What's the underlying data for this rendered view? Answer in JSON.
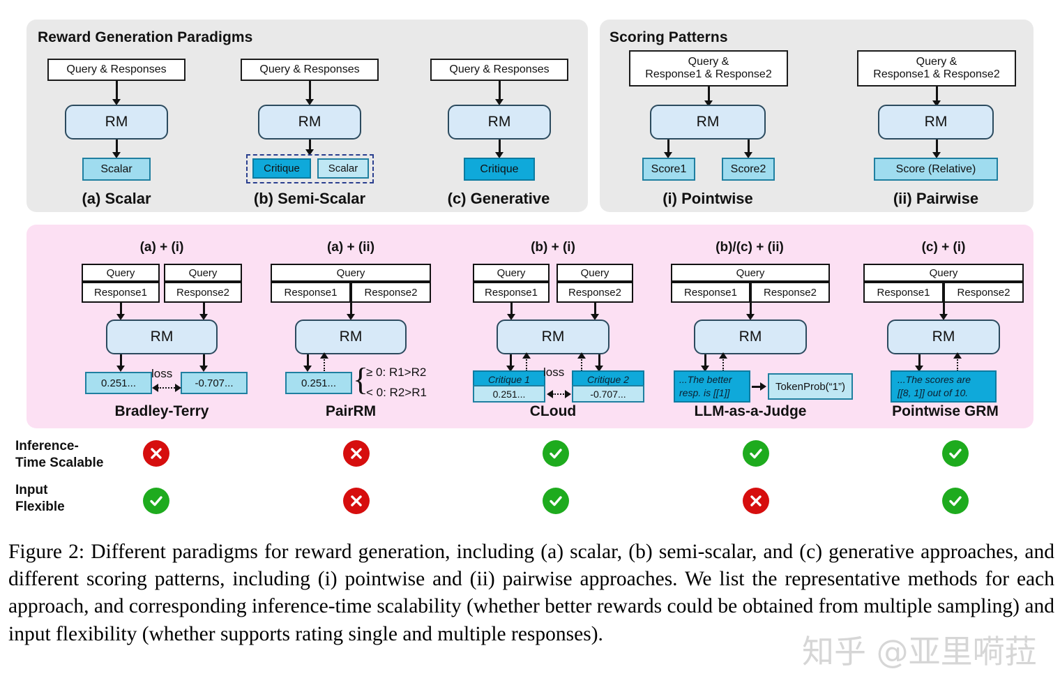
{
  "figure": {
    "caption": "Figure 2: Different paradigms for reward generation, including (a) scalar, (b) semi-scalar, and (c) generative approaches, and different scoring patterns, including (i) pointwise and (ii) pairwise approaches. We list the representative methods for each approach, and corresponding inference-time scalability (whether better rewards could be obtained from multiple sampling) and input flexibility (whether supports rating single and multiple responses).",
    "watermark": "知乎 @亚里嗬菈"
  },
  "colors": {
    "panel_grey": "#e9e9e9",
    "panel_pink": "#fce0f3",
    "rm_fill": "#d7e9f8",
    "score_fill": "#9fdcef",
    "critique_fill": "#0fa9da",
    "check_green": "#1eab1e",
    "cross_red": "#d60e0e",
    "dash_border": "#2a3f8f"
  },
  "paradigms_panel": {
    "title": "Reward Generation Paradigms",
    "columns": [
      {
        "input": "Query & Responses",
        "model": "RM",
        "outputs": [
          "Scalar"
        ],
        "caption": "(a) Scalar"
      },
      {
        "input": "Query & Responses",
        "model": "RM",
        "outputs": [
          "Critique",
          "Scalar"
        ],
        "caption": "(b) Semi-Scalar"
      },
      {
        "input": "Query & Responses",
        "model": "RM",
        "outputs": [
          "Critique"
        ],
        "caption": "(c) Generative"
      }
    ]
  },
  "scoring_panel": {
    "title": "Scoring Patterns",
    "columns": [
      {
        "input_line1": "Query &",
        "input_line2": "Response1 & Response2",
        "model": "RM",
        "outputs": [
          "Score1",
          "Score2"
        ],
        "caption": "(i) Pointwise"
      },
      {
        "input_line1": "Query &",
        "input_line2": "Response1 & Response2",
        "model": "RM",
        "outputs": [
          "Score (Relative)"
        ],
        "caption": "(ii) Pairwise"
      }
    ]
  },
  "methods_panel": {
    "methods": [
      {
        "combo": "(a) + (i)",
        "name": "Bradley-Terry",
        "input_style": "split",
        "query_label_1": "Query",
        "query_label_2": "Query",
        "response_1": "Response1",
        "response_2": "Response2",
        "model": "RM",
        "out_left": "0.251...",
        "out_right": "-0.707...",
        "loss_label": "loss"
      },
      {
        "combo": "(a) + (ii)",
        "name": "PairRM",
        "input_style": "merged",
        "query_label_1": "Query",
        "response_1": "Response1",
        "response_2": "Response2",
        "model": "RM",
        "out_left": "0.251...",
        "cond_1": "≥ 0: R1>R2",
        "cond_2": "< 0: R2>R1"
      },
      {
        "combo": "(b) + (i)",
        "name": "CLoud",
        "input_style": "split",
        "query_label_1": "Query",
        "query_label_2": "Query",
        "response_1": "Response1",
        "response_2": "Response2",
        "model": "RM",
        "critique_left": "Critique 1",
        "critique_right": "Critique 2",
        "out_left": "0.251...",
        "out_right": "-0.707...",
        "loss_label": "loss"
      },
      {
        "combo": "(b)/(c) + (ii)",
        "name": "LLM-as-a-Judge",
        "input_style": "merged",
        "query_label_1": "Query",
        "response_1": "Response1",
        "response_2": "Response2",
        "model": "RM",
        "critique_line1": "...The better",
        "critique_line2": "resp. is [[1]]",
        "token_prob": "TokenProb(“1”)"
      },
      {
        "combo": "(c) + (i)",
        "name": "Pointwise GRM",
        "input_style": "merged",
        "query_label_1": "Query",
        "response_1": "Response1",
        "response_2": "Response2",
        "model": "RM",
        "critique_line1": "...The scores are",
        "critique_line2": "[[8, 1]] out of 10."
      }
    ]
  },
  "property_rows": [
    {
      "label_line1": "Inference-",
      "label_line2": "Time Scalable",
      "values": [
        "no",
        "no",
        "yes",
        "yes",
        "yes"
      ]
    },
    {
      "label_line1": "Input",
      "label_line2": "Flexible",
      "values": [
        "yes",
        "no",
        "yes",
        "no",
        "yes"
      ]
    }
  ]
}
